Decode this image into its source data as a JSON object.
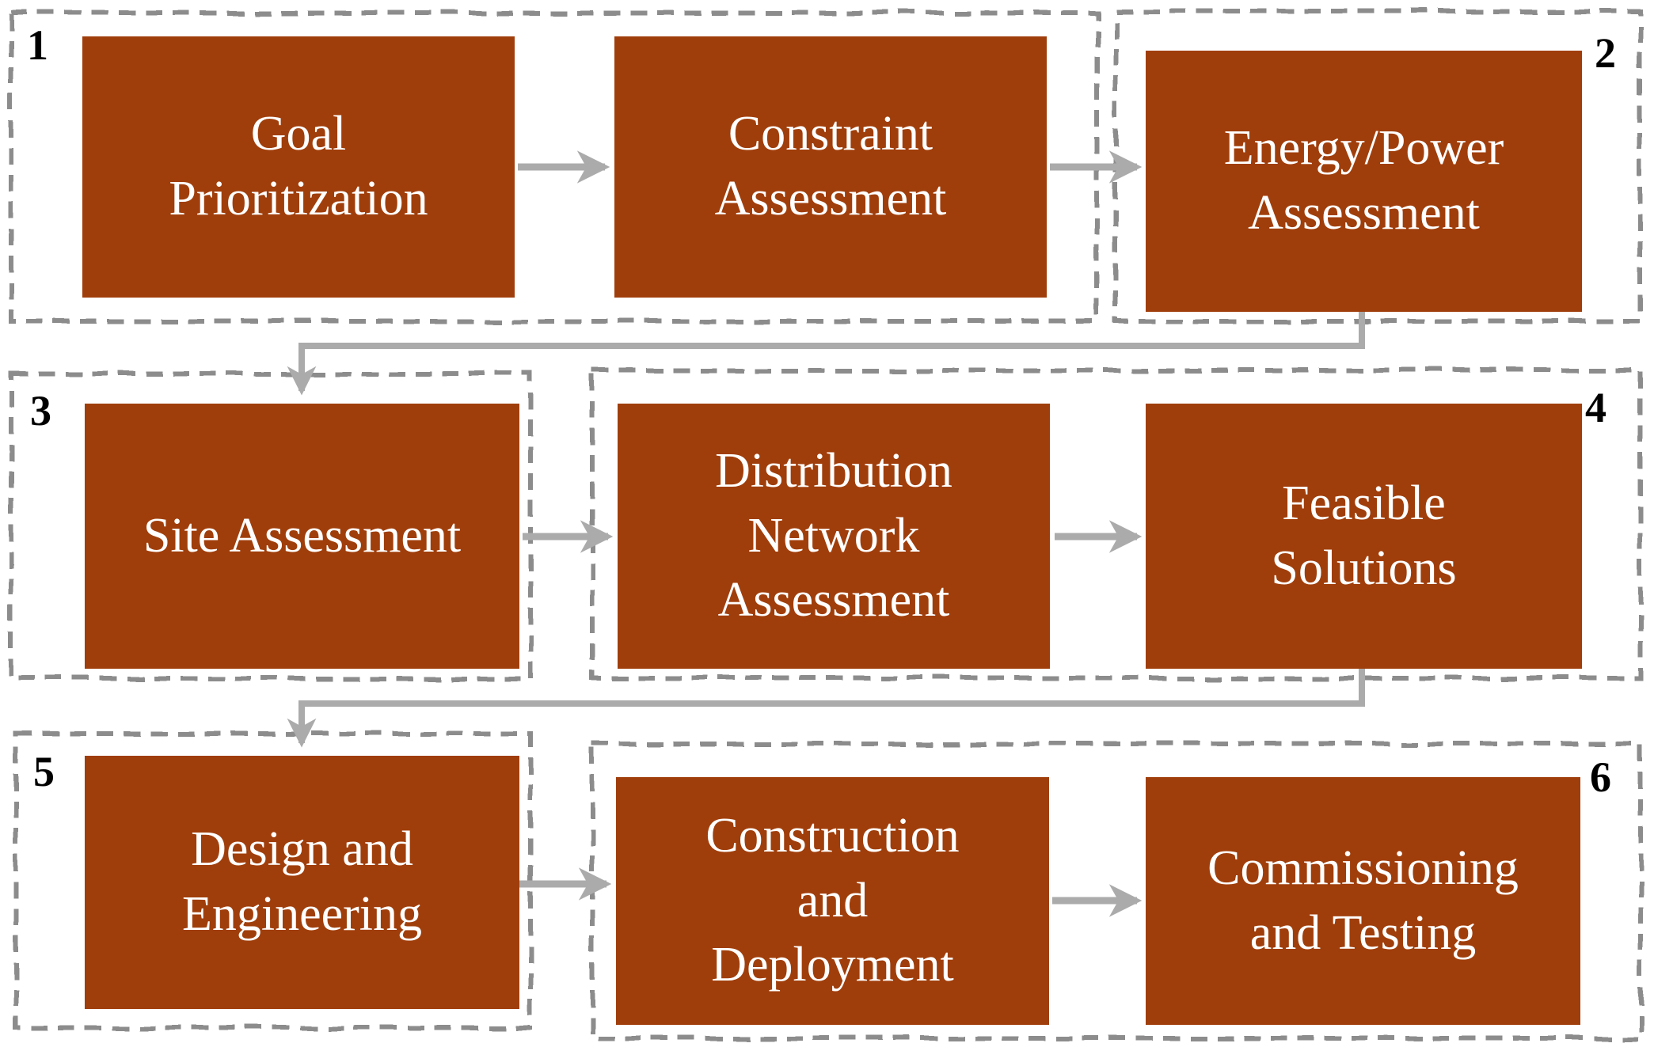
{
  "colors": {
    "box_fill": "#A03E0B",
    "box_text": "#FFFFFF",
    "arrow": "#ABABAB",
    "group_border": "#8C8C8C",
    "group_number": "#000000",
    "background": "#FFFFFF"
  },
  "groups": [
    {
      "number": "1",
      "boxes": [
        {
          "label": "Goal\nPrioritization"
        },
        {
          "label": "Constraint\nAssessment"
        }
      ]
    },
    {
      "number": "2",
      "boxes": [
        {
          "label": "Energy/Power\nAssessment"
        }
      ]
    },
    {
      "number": "3",
      "boxes": [
        {
          "label": "Site Assessment"
        }
      ]
    },
    {
      "number": "4",
      "boxes": [
        {
          "label": "Distribution\nNetwork\nAssessment"
        },
        {
          "label": "Feasible\nSolutions"
        }
      ]
    },
    {
      "number": "5",
      "boxes": [
        {
          "label": "Design and\nEngineering"
        }
      ]
    },
    {
      "number": "6",
      "boxes": [
        {
          "label": "Construction\nand\nDeployment"
        },
        {
          "label": "Commissioning\nand Testing"
        }
      ]
    }
  ],
  "flow": {
    "connections": [
      {
        "from": "Goal Prioritization",
        "to": "Constraint Assessment"
      },
      {
        "from": "Constraint Assessment",
        "to": "Energy/Power Assessment"
      },
      {
        "from": "Energy/Power Assessment",
        "to": "Site Assessment"
      },
      {
        "from": "Site Assessment",
        "to": "Distribution Network Assessment"
      },
      {
        "from": "Distribution Network Assessment",
        "to": "Feasible Solutions"
      },
      {
        "from": "Feasible Solutions",
        "to": "Design and Engineering"
      },
      {
        "from": "Design and Engineering",
        "to": "Construction and Deployment"
      },
      {
        "from": "Construction and Deployment",
        "to": "Commissioning and Testing"
      }
    ]
  }
}
